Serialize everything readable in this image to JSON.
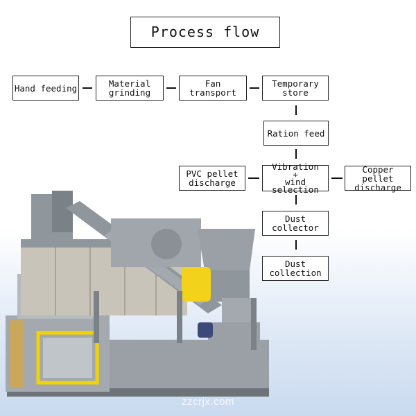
{
  "title": "Process flow",
  "steps": {
    "hand_feeding": "Hand feeding",
    "material_grinding": "Material\ngrinding",
    "fan_transport": "Fan transport",
    "temporary_store": "Temporary\nstore",
    "ration_feed": "Ration feed",
    "vibration": "Vibration\n+\nwind selection",
    "pvc_discharge": "PVC pellet\ndischarge",
    "copper_discharge": "Copper pellet\ndischarge",
    "dust_collector": "Dust collector",
    "dust_collection": "Dust collection"
  },
  "watermark": "zzcrjx.com",
  "colors": {
    "machine_gray": "#8f969c",
    "motor_yellow": "#f2d21b",
    "frame_yellow": "#f3d400"
  }
}
